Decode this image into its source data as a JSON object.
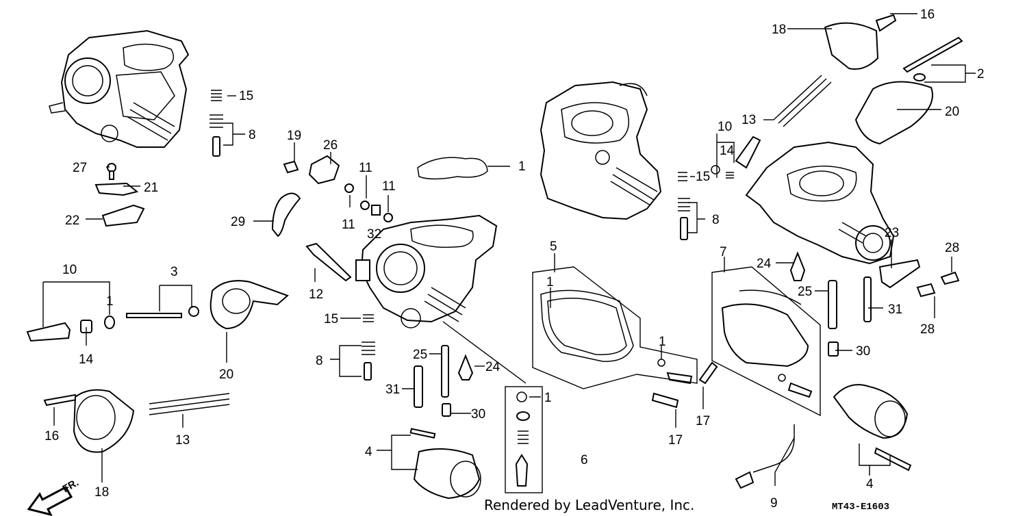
{
  "diagram": {
    "credit": "Rendered by LeadVenture, Inc.",
    "drawing_code": "MT43-E1603",
    "direction_label": "FR.",
    "callouts": [
      {
        "id": "c1",
        "text": "1"
      },
      {
        "id": "c2",
        "text": "1"
      },
      {
        "id": "c3",
        "text": "1"
      },
      {
        "id": "c4",
        "text": "1"
      },
      {
        "id": "c5",
        "text": "1"
      },
      {
        "id": "c6",
        "text": "2"
      },
      {
        "id": "c7",
        "text": "3"
      },
      {
        "id": "c8",
        "text": "4"
      },
      {
        "id": "c9",
        "text": "4"
      },
      {
        "id": "c10",
        "text": "5"
      },
      {
        "id": "c11",
        "text": "6"
      },
      {
        "id": "c12",
        "text": "7"
      },
      {
        "id": "c13",
        "text": "8"
      },
      {
        "id": "c14",
        "text": "8"
      },
      {
        "id": "c15",
        "text": "8"
      },
      {
        "id": "c16",
        "text": "9"
      },
      {
        "id": "c17",
        "text": "10"
      },
      {
        "id": "c18",
        "text": "10"
      },
      {
        "id": "c19",
        "text": "11"
      },
      {
        "id": "c20",
        "text": "11"
      },
      {
        "id": "c21",
        "text": "11"
      },
      {
        "id": "c22",
        "text": "12"
      },
      {
        "id": "c23",
        "text": "13"
      },
      {
        "id": "c24",
        "text": "13"
      },
      {
        "id": "c25",
        "text": "14"
      },
      {
        "id": "c26",
        "text": "14"
      },
      {
        "id": "c27",
        "text": "15"
      },
      {
        "id": "c28",
        "text": "15"
      },
      {
        "id": "c29",
        "text": "15"
      },
      {
        "id": "c30",
        "text": "16"
      },
      {
        "id": "c31",
        "text": "16"
      },
      {
        "id": "c32",
        "text": "17"
      },
      {
        "id": "c33",
        "text": "17"
      },
      {
        "id": "c34",
        "text": "18"
      },
      {
        "id": "c35",
        "text": "18"
      },
      {
        "id": "c36",
        "text": "19"
      },
      {
        "id": "c37",
        "text": "20"
      },
      {
        "id": "c38",
        "text": "20"
      },
      {
        "id": "c39",
        "text": "21"
      },
      {
        "id": "c40",
        "text": "22"
      },
      {
        "id": "c41",
        "text": "23"
      },
      {
        "id": "c42",
        "text": "24"
      },
      {
        "id": "c43",
        "text": "24"
      },
      {
        "id": "c44",
        "text": "25"
      },
      {
        "id": "c45",
        "text": "25"
      },
      {
        "id": "c46",
        "text": "26"
      },
      {
        "id": "c47",
        "text": "27"
      },
      {
        "id": "c48",
        "text": "28"
      },
      {
        "id": "c49",
        "text": "28"
      },
      {
        "id": "c50",
        "text": "29"
      },
      {
        "id": "c51",
        "text": "30"
      },
      {
        "id": "c52",
        "text": "30"
      },
      {
        "id": "c53",
        "text": "31"
      },
      {
        "id": "c54",
        "text": "31"
      },
      {
        "id": "c55",
        "text": "32"
      }
    ]
  }
}
